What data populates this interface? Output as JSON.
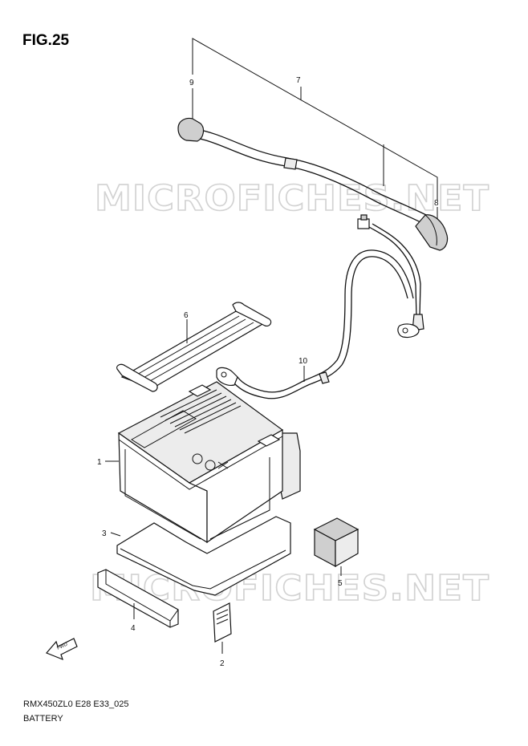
{
  "figure_title": "FIG.25",
  "model_code": "RMX450ZL0 E28 E33_025",
  "caption": "BATTERY",
  "watermark": "MICROFICHES.NET",
  "fwd_label": "FWD",
  "callouts": {
    "p1": "1",
    "p2": "2",
    "p3": "3",
    "p4": "4",
    "p5": "5",
    "p6": "6",
    "p7": "7",
    "p8": "8",
    "p9": "9",
    "p10": "10"
  }
}
